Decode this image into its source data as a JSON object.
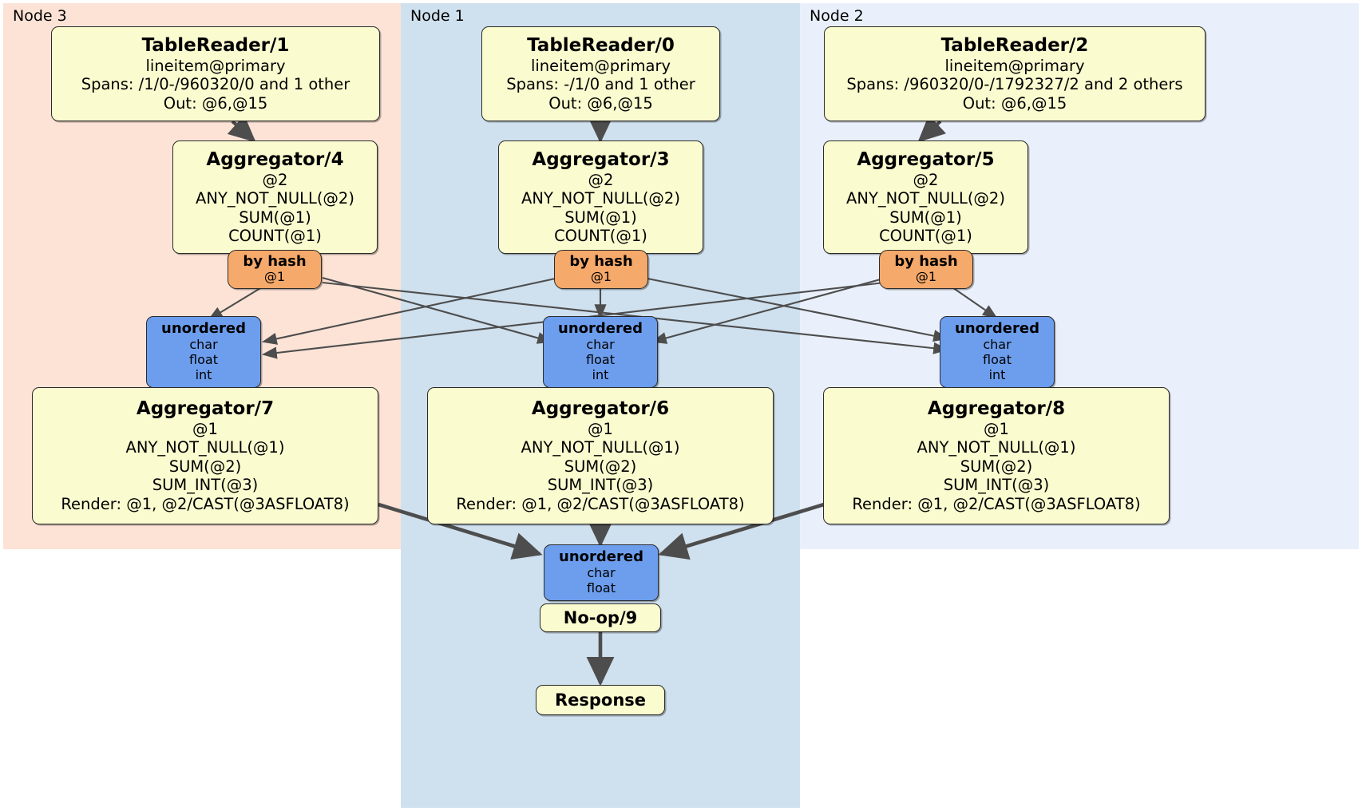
{
  "diagram": {
    "type": "distsql-flow-plan",
    "colors": {
      "node3_panel": "#fce3d6",
      "node1_panel": "#cfe0ee",
      "node2_panel": "#eaf0fb",
      "processor_fill": "#fbfbd0",
      "router_fill": "#f5a96a",
      "receiver_fill": "#6d9eee",
      "border": "#2b2b2b",
      "edge": "#4d4d4d"
    }
  },
  "clusters": [
    {
      "id": "node3",
      "label": "Node 3"
    },
    {
      "id": "node1",
      "label": "Node 1"
    },
    {
      "id": "node2",
      "label": "Node 2"
    }
  ],
  "table_readers": {
    "node3": {
      "title": "TableReader/1",
      "line1": "lineitem@primary",
      "line2": "Spans: /1/0-/960320/0 and 1 other",
      "line3": "Out: @6,@15"
    },
    "node1": {
      "title": "TableReader/0",
      "line1": "lineitem@primary",
      "line2": "Spans: -/1/0 and 1 other",
      "line3": "Out: @6,@15"
    },
    "node2": {
      "title": "TableReader/2",
      "line1": "lineitem@primary",
      "line2": "Spans: /960320/0-/1792327/2 and 2 others",
      "line3": "Out: @6,@15"
    }
  },
  "stage1_aggregators": {
    "node3": {
      "title": "Aggregator/4",
      "line1": "@2",
      "line2": "ANY_NOT_NULL(@2)",
      "line3": "SUM(@1)",
      "line4": "COUNT(@1)"
    },
    "node1": {
      "title": "Aggregator/3",
      "line1": "@2",
      "line2": "ANY_NOT_NULL(@2)",
      "line3": "SUM(@1)",
      "line4": "COUNT(@1)"
    },
    "node2": {
      "title": "Aggregator/5",
      "line1": "@2",
      "line2": "ANY_NOT_NULL(@2)",
      "line3": "SUM(@1)",
      "line4": "COUNT(@1)"
    }
  },
  "routers": {
    "node3": {
      "title": "by hash",
      "line1": "@1"
    },
    "node1": {
      "title": "by hash",
      "line1": "@1"
    },
    "node2": {
      "title": "by hash",
      "line1": "@1"
    }
  },
  "receivers": {
    "node3": {
      "title": "unordered",
      "line1": "char",
      "line2": "float",
      "line3": "int"
    },
    "node1": {
      "title": "unordered",
      "line1": "char",
      "line2": "float",
      "line3": "int"
    },
    "node2": {
      "title": "unordered",
      "line1": "char",
      "line2": "float",
      "line3": "int"
    },
    "final": {
      "title": "unordered",
      "line1": "char",
      "line2": "float"
    }
  },
  "stage2_aggregators": {
    "node3": {
      "title": "Aggregator/7",
      "line1": "@1",
      "line2": "ANY_NOT_NULL(@1)",
      "line3": "SUM(@2)",
      "line4": "SUM_INT(@3)",
      "line5": "Render: @1, @2/CAST(@3ASFLOAT8)"
    },
    "node1": {
      "title": "Aggregator/6",
      "line1": "@1",
      "line2": "ANY_NOT_NULL(@1)",
      "line3": "SUM(@2)",
      "line4": "SUM_INT(@3)",
      "line5": "Render: @1, @2/CAST(@3ASFLOAT8)"
    },
    "node2": {
      "title": "Aggregator/8",
      "line1": "@1",
      "line2": "ANY_NOT_NULL(@1)",
      "line3": "SUM(@2)",
      "line4": "SUM_INT(@3)",
      "line5": "Render: @1, @2/CAST(@3ASFLOAT8)"
    }
  },
  "noop": {
    "title": "No-op/9"
  },
  "response": {
    "title": "Response"
  }
}
